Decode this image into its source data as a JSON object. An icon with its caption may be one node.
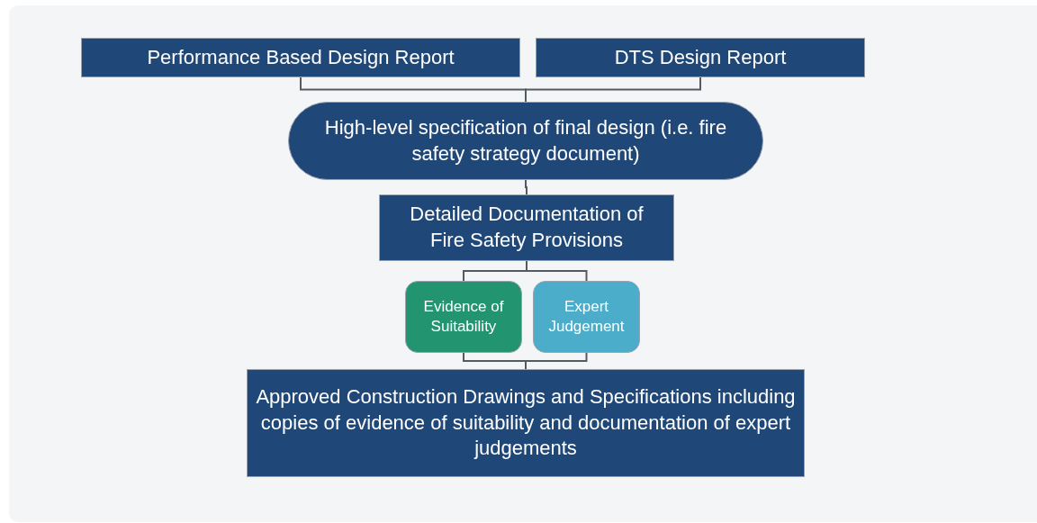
{
  "diagram": {
    "nodes": [
      {
        "text": [
          "Performance Based Design Report"
        ]
      },
      {
        "text": [
          "DTS Design Report"
        ]
      },
      {
        "text": [
          "High-level specification of final design (i.e. fire safety strategy document)"
        ]
      },
      {
        "text": [
          "Detailed Documentation of Fire Safety Provisions"
        ]
      },
      {
        "text": [
          "Evidence of Suitability"
        ]
      },
      {
        "text": [
          "Expert Judgement"
        ]
      },
      {
        "text": [
          "Approved Construction Drawings and Specifications including  copies of evidence of suitability and documentation of expert judgements"
        ]
      }
    ],
    "edges": [
      {
        "from": 0,
        "to": 2,
        "arrow": "none"
      },
      {
        "from": 1,
        "to": 2,
        "arrow": "none"
      },
      {
        "from": 2,
        "to": 3,
        "arrow": "none"
      },
      {
        "from": 3,
        "to": 4,
        "arrow": "none"
      },
      {
        "from": 3,
        "to": 5,
        "arrow": "none"
      },
      {
        "from": 4,
        "to": 6,
        "arrow": "none"
      },
      {
        "from": 5,
        "to": 6,
        "arrow": "none"
      }
    ]
  }
}
